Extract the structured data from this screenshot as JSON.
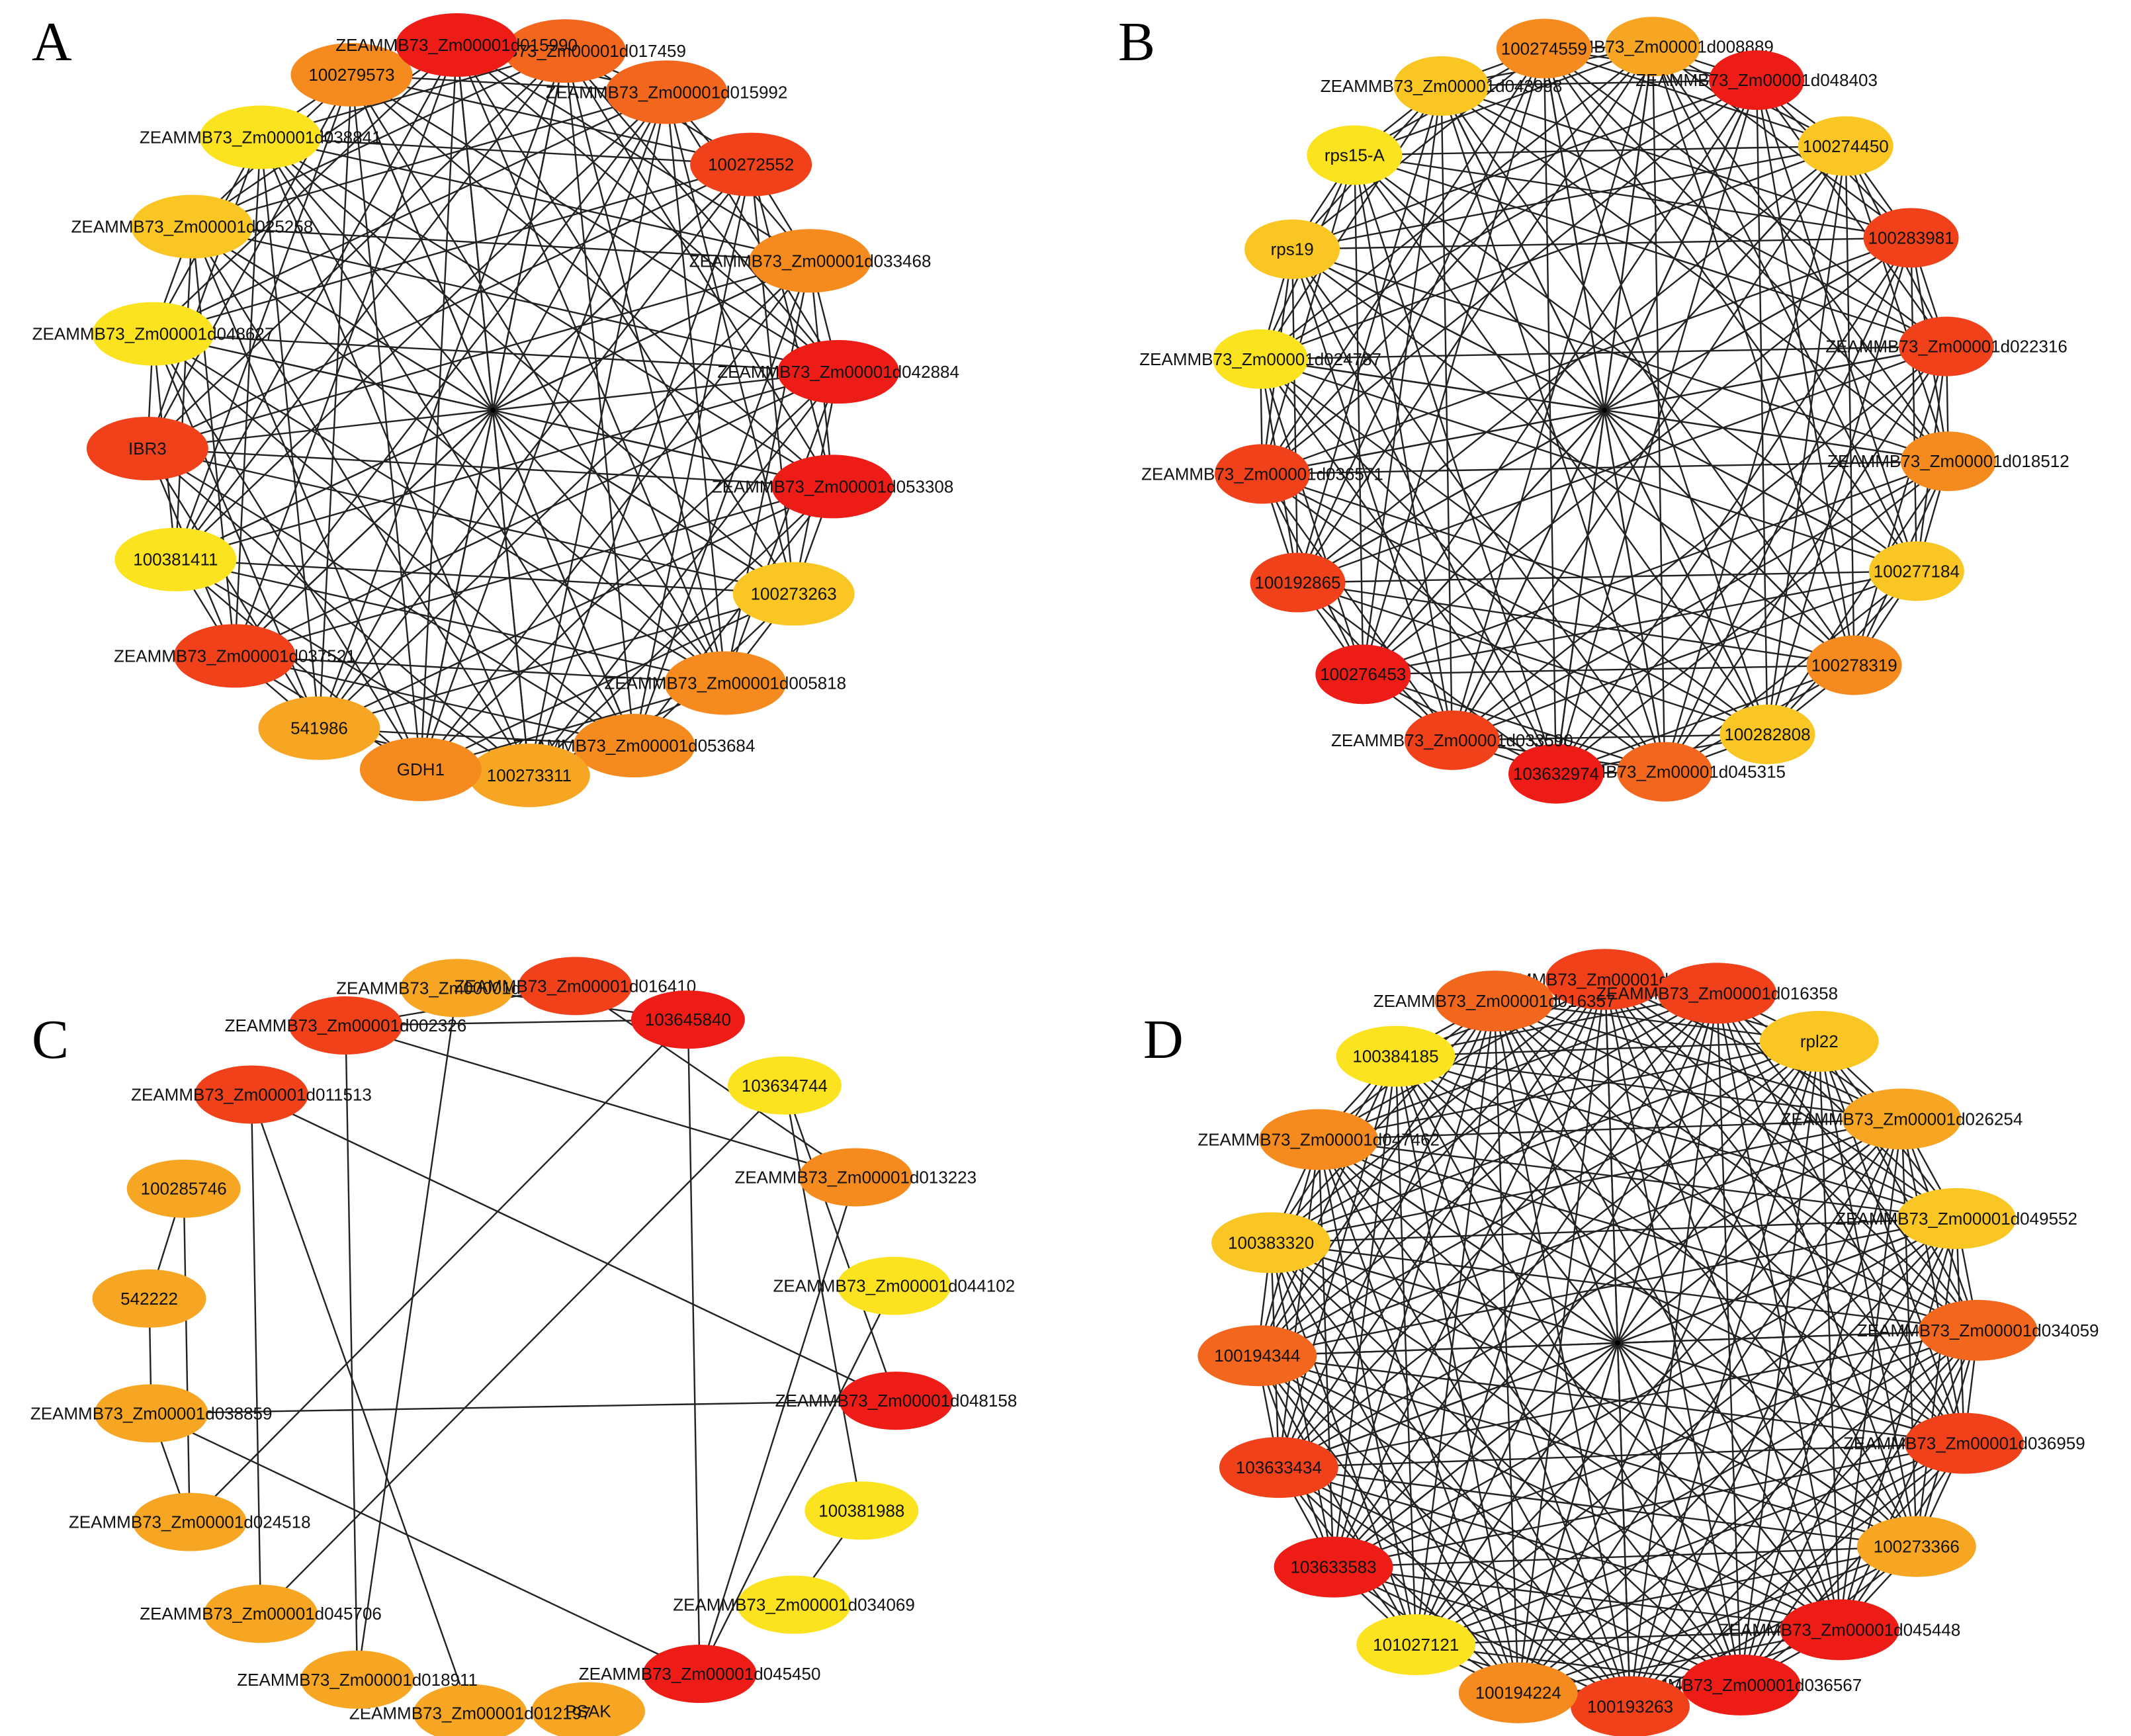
{
  "colors": {
    "red": "#ee1c17",
    "red_orange": "#f0411a",
    "orange_dark": "#f2661d",
    "orange": "#f58a1f",
    "orange_light": "#f7a623",
    "yellow_orange": "#f9c623",
    "yellow": "#fbe31f",
    "edge": "#222222"
  },
  "panels": [
    {
      "letter": "A",
      "center_hub": true,
      "nodes": [
        {
          "label": "ZEAMMB73_Zm00001d017459",
          "color": "orange_dark"
        },
        {
          "label": "ZEAMMB73_Zm00001d015992",
          "color": "orange_dark"
        },
        {
          "label": "100272552",
          "color": "red_orange"
        },
        {
          "label": "ZEAMMB73_Zm00001d033468",
          "color": "orange"
        },
        {
          "label": "ZEAMMB73_Zm00001d042884",
          "color": "red"
        },
        {
          "label": "ZEAMMB73_Zm00001d053308",
          "color": "red"
        },
        {
          "label": "100273263",
          "color": "yellow_orange"
        },
        {
          "label": "ZEAMMB73_Zm00001d005818",
          "color": "orange"
        },
        {
          "label": "ZEAMMB73_Zm00001d053684",
          "color": "orange"
        },
        {
          "label": "100273311",
          "color": "orange_light"
        },
        {
          "label": "GDH1",
          "color": "orange"
        },
        {
          "label": "541986",
          "color": "orange_light"
        },
        {
          "label": "ZEAMMB73_Zm00001d037521",
          "color": "red_orange"
        },
        {
          "label": "100381411",
          "color": "yellow"
        },
        {
          "label": "IBR3",
          "color": "red_orange"
        },
        {
          "label": "ZEAMMB73_Zm00001d048627",
          "color": "yellow"
        },
        {
          "label": "ZEAMMB73_Zm00001d025258",
          "color": "yellow_orange"
        },
        {
          "label": "ZEAMMB73_Zm00001d038841",
          "color": "yellow"
        },
        {
          "label": "100279573",
          "color": "orange"
        },
        {
          "label": "ZEAMMB73_Zm00001d015990",
          "color": "red"
        }
      ]
    },
    {
      "letter": "B",
      "center_hub": true,
      "nodes": [
        {
          "label": "ZEAMMB73_Zm00001d008889",
          "color": "orange_light"
        },
        {
          "label": "ZEAMMB73_Zm00001d048403",
          "color": "red"
        },
        {
          "label": "100274450",
          "color": "yellow_orange"
        },
        {
          "label": "100283981",
          "color": "red_orange"
        },
        {
          "label": "ZEAMMB73_Zm00001d022316",
          "color": "red_orange"
        },
        {
          "label": "ZEAMMB73_Zm00001d018512",
          "color": "orange"
        },
        {
          "label": "100277184",
          "color": "yellow_orange"
        },
        {
          "label": "100278319",
          "color": "orange"
        },
        {
          "label": "100282808",
          "color": "yellow_orange"
        },
        {
          "label": "ZEAMMB73_Zm00001d045315",
          "color": "orange_dark"
        },
        {
          "label": "103632974",
          "color": "red"
        },
        {
          "label": "ZEAMMB73_Zm00001d033590",
          "color": "red_orange"
        },
        {
          "label": "100276453",
          "color": "red"
        },
        {
          "label": "100192865",
          "color": "red_orange"
        },
        {
          "label": "ZEAMMB73_Zm00001d036571",
          "color": "red_orange"
        },
        {
          "label": "ZEAMMB73_Zm00001d024787",
          "color": "yellow"
        },
        {
          "label": "rps19",
          "color": "yellow_orange"
        },
        {
          "label": "rps15-A",
          "color": "yellow"
        },
        {
          "label": "ZEAMMB73_Zm00001d043998",
          "color": "yellow_orange"
        },
        {
          "label": "100274559",
          "color": "orange"
        }
      ]
    },
    {
      "letter": "C",
      "center_hub": false,
      "nodes": [
        {
          "label": "ZEAMMB73_Zm00001d033147",
          "color": "orange_light"
        },
        {
          "label": "ZEAMMB73_Zm00001d016410",
          "color": "red_orange"
        },
        {
          "label": "103645840",
          "color": "red"
        },
        {
          "label": "103634744",
          "color": "yellow"
        },
        {
          "label": "ZEAMMB73_Zm00001d013223",
          "color": "orange"
        },
        {
          "label": "ZEAMMB73_Zm00001d044102",
          "color": "yellow"
        },
        {
          "label": "ZEAMMB73_Zm00001d048158",
          "color": "red"
        },
        {
          "label": "100381988",
          "color": "yellow"
        },
        {
          "label": "ZEAMMB73_Zm00001d034069",
          "color": "yellow"
        },
        {
          "label": "ZEAMMB73_Zm00001d045450",
          "color": "red"
        },
        {
          "label": "PSAK",
          "color": "orange_light"
        },
        {
          "label": "ZEAMMB73_Zm00001d012197",
          "color": "orange_light"
        },
        {
          "label": "ZEAMMB73_Zm00001d018911",
          "color": "orange_light"
        },
        {
          "label": "ZEAMMB73_Zm00001d045706",
          "color": "orange_light"
        },
        {
          "label": "ZEAMMB73_Zm00001d024518",
          "color": "orange_light"
        },
        {
          "label": "ZEAMMB73_Zm00001d038859",
          "color": "orange_light"
        },
        {
          "label": "542222",
          "color": "orange_light"
        },
        {
          "label": "100285746",
          "color": "orange_light"
        },
        {
          "label": "ZEAMMB73_Zm00001d011513",
          "color": "red_orange"
        },
        {
          "label": "ZEAMMB73_Zm00001d002326",
          "color": "red_orange"
        }
      ],
      "edges": [
        [
          19,
          2
        ],
        [
          19,
          4
        ],
        [
          18,
          6
        ],
        [
          18,
          13
        ],
        [
          18,
          11
        ],
        [
          2,
          9
        ],
        [
          2,
          14
        ],
        [
          3,
          7
        ],
        [
          3,
          13
        ],
        [
          0,
          12
        ],
        [
          1,
          4
        ],
        [
          4,
          9
        ],
        [
          5,
          9
        ],
        [
          15,
          6
        ],
        [
          15,
          9
        ],
        [
          15,
          14
        ],
        [
          16,
          17
        ],
        [
          16,
          15
        ],
        [
          17,
          14
        ],
        [
          7,
          8
        ],
        [
          1,
          19
        ],
        [
          19,
          12
        ],
        [
          0,
          2
        ],
        [
          3,
          6
        ]
      ]
    },
    {
      "letter": "D",
      "center_hub": true,
      "nodes": [
        {
          "label": "ZEAMMB73_Zm00001d053576",
          "color": "red_orange"
        },
        {
          "label": "ZEAMMB73_Zm00001d016358",
          "color": "red_orange"
        },
        {
          "label": "rpl22",
          "color": "yellow_orange"
        },
        {
          "label": "ZEAMMB73_Zm00001d026254",
          "color": "orange_light"
        },
        {
          "label": "ZEAMMB73_Zm00001d049552",
          "color": "yellow_orange"
        },
        {
          "label": "ZEAMMB73_Zm00001d034059",
          "color": "orange_dark"
        },
        {
          "label": "ZEAMMB73_Zm00001d036959",
          "color": "red_orange"
        },
        {
          "label": "100273366",
          "color": "orange_light"
        },
        {
          "label": "ZEAMMB73_Zm00001d045448",
          "color": "red"
        },
        {
          "label": "ZEAMMB73_Zm00001d036567",
          "color": "red"
        },
        {
          "label": "100193263",
          "color": "red_orange"
        },
        {
          "label": "100194224",
          "color": "orange"
        },
        {
          "label": "101027121",
          "color": "yellow"
        },
        {
          "label": "103633583",
          "color": "red"
        },
        {
          "label": "103633434",
          "color": "red_orange"
        },
        {
          "label": "100194344",
          "color": "orange_dark"
        },
        {
          "label": "100383320",
          "color": "yellow_orange"
        },
        {
          "label": "ZEAMMB73_Zm00001d047462",
          "color": "orange"
        },
        {
          "label": "100384185",
          "color": "yellow"
        },
        {
          "label": "ZEAMMB73_Zm00001d016357",
          "color": "orange_dark"
        }
      ]
    }
  ]
}
